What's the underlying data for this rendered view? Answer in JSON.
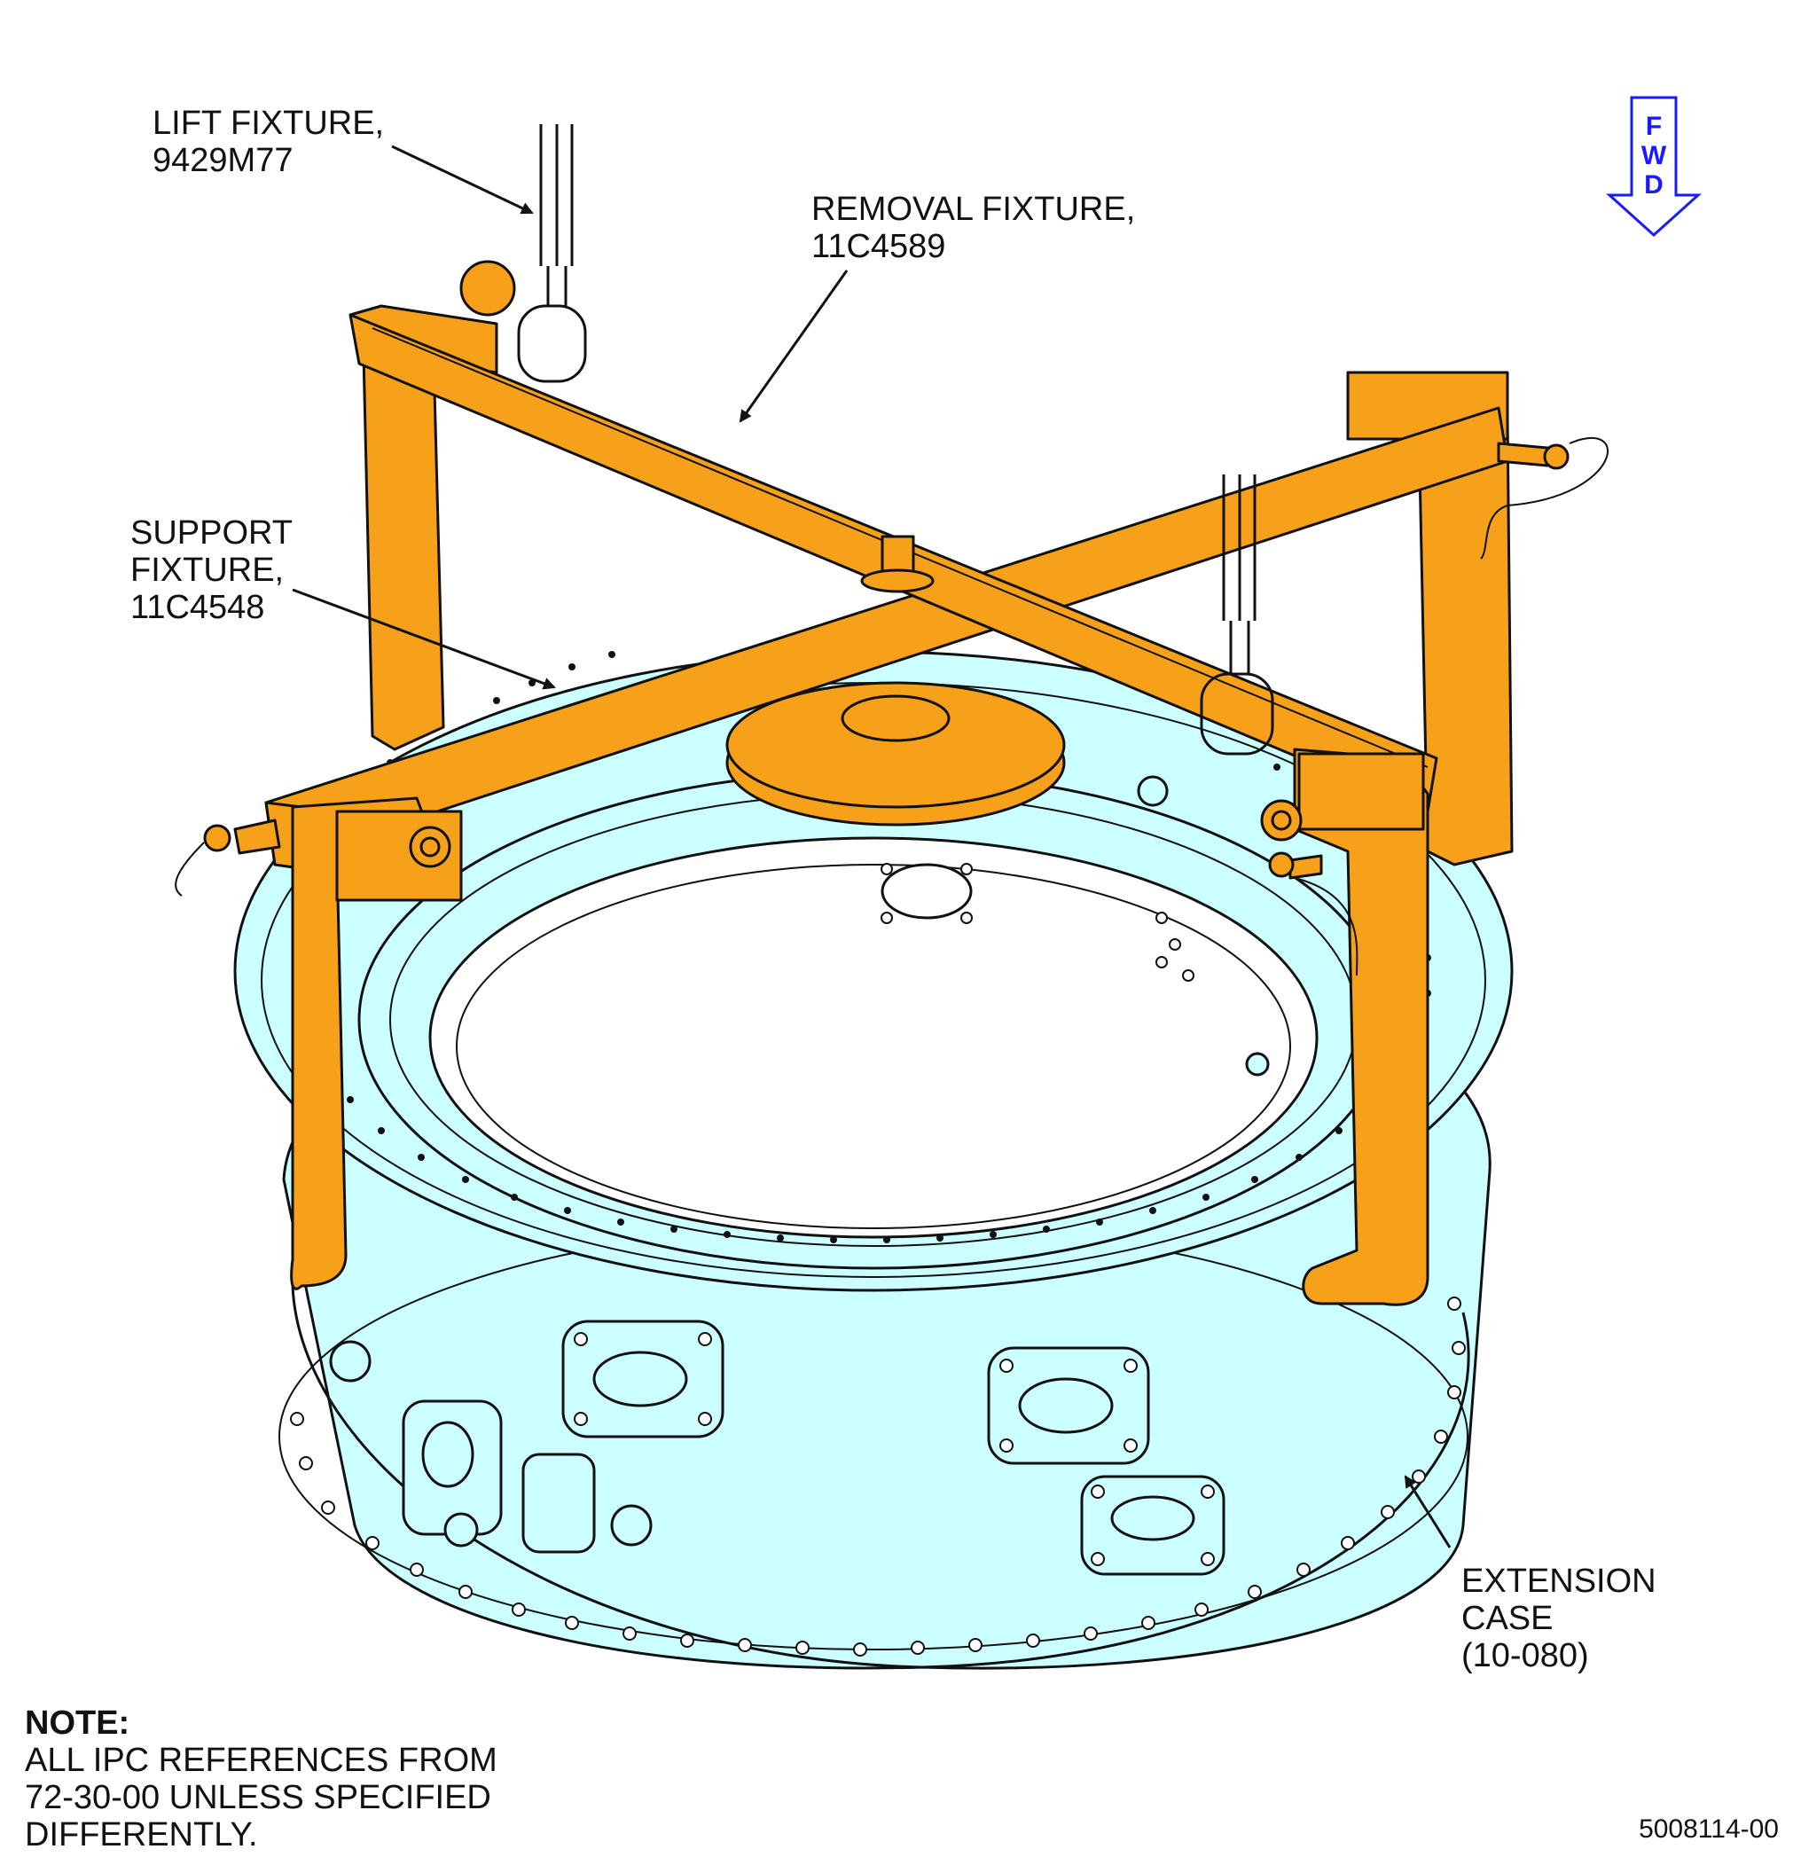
{
  "callouts": {
    "lift_fixture": {
      "line1": "LIFT FIXTURE,",
      "line2": "9429M77"
    },
    "removal_fixture": {
      "line1": "REMOVAL FIXTURE,",
      "line2": "11C4589"
    },
    "support_fixture": {
      "line1": "SUPPORT",
      "line2": "FIXTURE,",
      "line3": "11C4548"
    },
    "extension_case": {
      "line1": "EXTENSION",
      "line2": "CASE",
      "line3": "(10-080)"
    }
  },
  "fwd_arrow": {
    "letters": [
      "F",
      "W",
      "D"
    ],
    "color": "#1a1aff"
  },
  "note": {
    "title": "NOTE:",
    "line1": "ALL IPC REFERENCES FROM",
    "line2": "72-30-00 UNLESS SPECIFIED",
    "line3": "DIFFERENTLY."
  },
  "figure_number": "5008114-00",
  "colors": {
    "fixture": "#f7a11b",
    "case": "#ccffff",
    "outline": "#111111"
  }
}
